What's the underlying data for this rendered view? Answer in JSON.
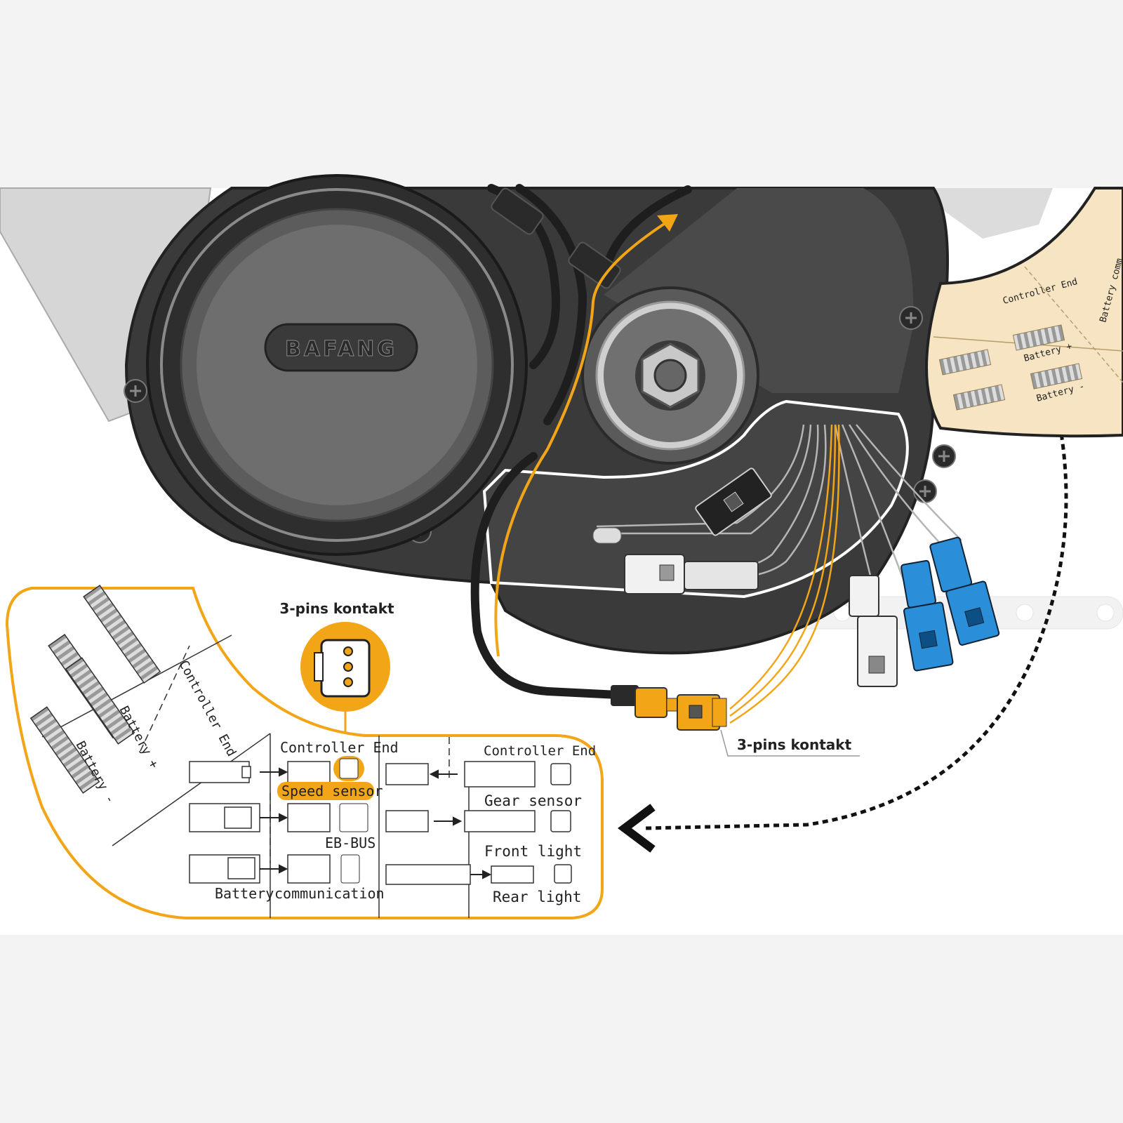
{
  "callout": {
    "top_label": "3-pins kontakt",
    "side_label": "3-pins kontakt"
  },
  "motor": {
    "brand": "BAFANG"
  },
  "legend_panel": {
    "diagonal_labels": {
      "controller_end": "Controller End",
      "battery_plus": "Battery +",
      "battery_minus": "Battery -"
    },
    "left_table": {
      "header": "Controller End",
      "rows": [
        "Speed sensor",
        "EB-BUS"
      ],
      "footer_left": "Battery",
      "footer_right": "communication"
    },
    "right_table": {
      "header": "Controller End",
      "rows": [
        "Gear sensor",
        "Front light",
        "Rear light"
      ]
    }
  },
  "inset_panel": {
    "labels": {
      "controller_end": "Controller End",
      "battery_plus": "Battery +",
      "battery_minus": "Battery -",
      "battery_comm": "Battery comm"
    }
  },
  "colors": {
    "accent_orange": "#f2a516",
    "motor_dark": "#3a3a3a",
    "connector_blue": "#2a8fd8",
    "panel_beige": "#f6e4c2"
  }
}
